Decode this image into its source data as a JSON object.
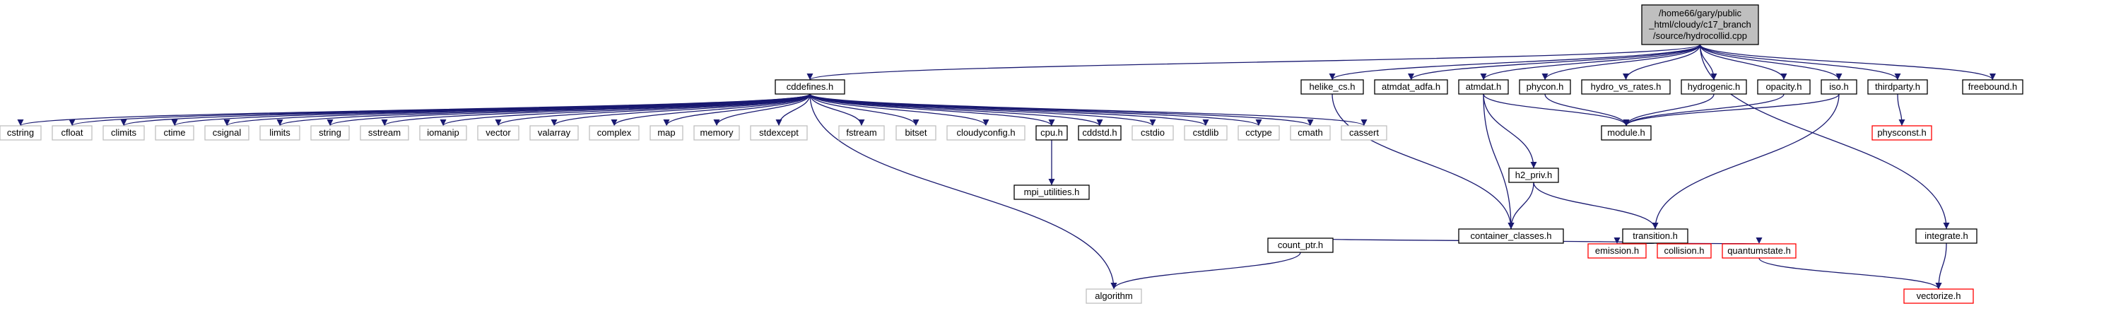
{
  "colors": {
    "edge": "#191970",
    "node_border": "#000000",
    "ext_border": "#bfbfbf",
    "missing_border": "#ff0000",
    "root_fill": "#bfbfbf",
    "text": "#000000"
  },
  "nodes": [
    {
      "id": "root",
      "lines": [
        "/home66/gary/public",
        "_html/cloudy/c17_branch",
        "/source/hydrocollid.cpp"
      ],
      "kind": "root"
    },
    {
      "id": "cddefines",
      "lines": [
        "cddefines.h"
      ],
      "kind": "file"
    },
    {
      "id": "helike_cs",
      "lines": [
        "helike_cs.h"
      ],
      "kind": "file"
    },
    {
      "id": "atmdat_adfa",
      "lines": [
        "atmdat_adfa.h"
      ],
      "kind": "file"
    },
    {
      "id": "atmdat",
      "lines": [
        "atmdat.h"
      ],
      "kind": "file"
    },
    {
      "id": "phycon",
      "lines": [
        "phycon.h"
      ],
      "kind": "file"
    },
    {
      "id": "hydro_vs_rates",
      "lines": [
        "hydro_vs_rates.h"
      ],
      "kind": "file"
    },
    {
      "id": "hydrogenic",
      "lines": [
        "hydrogenic.h"
      ],
      "kind": "file"
    },
    {
      "id": "opacity",
      "lines": [
        "opacity.h"
      ],
      "kind": "file"
    },
    {
      "id": "iso",
      "lines": [
        "iso.h"
      ],
      "kind": "file"
    },
    {
      "id": "thirdparty",
      "lines": [
        "thirdparty.h"
      ],
      "kind": "file"
    },
    {
      "id": "freebound",
      "lines": [
        "freebound.h"
      ],
      "kind": "file"
    },
    {
      "id": "cstring",
      "lines": [
        "cstring"
      ],
      "kind": "ext"
    },
    {
      "id": "cfloat",
      "lines": [
        "cfloat"
      ],
      "kind": "ext"
    },
    {
      "id": "climits",
      "lines": [
        "climits"
      ],
      "kind": "ext"
    },
    {
      "id": "ctime",
      "lines": [
        "ctime"
      ],
      "kind": "ext"
    },
    {
      "id": "csignal",
      "lines": [
        "csignal"
      ],
      "kind": "ext"
    },
    {
      "id": "limits",
      "lines": [
        "limits"
      ],
      "kind": "ext"
    },
    {
      "id": "string",
      "lines": [
        "string"
      ],
      "kind": "ext"
    },
    {
      "id": "sstream",
      "lines": [
        "sstream"
      ],
      "kind": "ext"
    },
    {
      "id": "iomanip",
      "lines": [
        "iomanip"
      ],
      "kind": "ext"
    },
    {
      "id": "vector",
      "lines": [
        "vector"
      ],
      "kind": "ext"
    },
    {
      "id": "valarray",
      "lines": [
        "valarray"
      ],
      "kind": "ext"
    },
    {
      "id": "complex",
      "lines": [
        "complex"
      ],
      "kind": "ext"
    },
    {
      "id": "map",
      "lines": [
        "map"
      ],
      "kind": "ext"
    },
    {
      "id": "memory",
      "lines": [
        "memory"
      ],
      "kind": "ext"
    },
    {
      "id": "stdexcept",
      "lines": [
        "stdexcept"
      ],
      "kind": "ext"
    },
    {
      "id": "fstream",
      "lines": [
        "fstream"
      ],
      "kind": "ext"
    },
    {
      "id": "bitset",
      "lines": [
        "bitset"
      ],
      "kind": "ext"
    },
    {
      "id": "cloudyconfig",
      "lines": [
        "cloudyconfig.h"
      ],
      "kind": "ext"
    },
    {
      "id": "cpu",
      "lines": [
        "cpu.h"
      ],
      "kind": "file"
    },
    {
      "id": "cddstd",
      "lines": [
        "cddstd.h"
      ],
      "kind": "file"
    },
    {
      "id": "cstdio",
      "lines": [
        "cstdio"
      ],
      "kind": "ext"
    },
    {
      "id": "cstdlib",
      "lines": [
        "cstdlib"
      ],
      "kind": "ext"
    },
    {
      "id": "cctype",
      "lines": [
        "cctype"
      ],
      "kind": "ext"
    },
    {
      "id": "cmath",
      "lines": [
        "cmath"
      ],
      "kind": "ext"
    },
    {
      "id": "cassert",
      "lines": [
        "cassert"
      ],
      "kind": "ext"
    },
    {
      "id": "h2_priv",
      "lines": [
        "h2_priv.h"
      ],
      "kind": "file"
    },
    {
      "id": "module",
      "lines": [
        "module.h"
      ],
      "kind": "file"
    },
    {
      "id": "physconst",
      "lines": [
        "physconst.h"
      ],
      "kind": "missing"
    },
    {
      "id": "mpi_utilities",
      "lines": [
        "mpi_utilities.h"
      ],
      "kind": "file"
    },
    {
      "id": "container_classes",
      "lines": [
        "container_classes.h"
      ],
      "kind": "file"
    },
    {
      "id": "transition",
      "lines": [
        "transition.h"
      ],
      "kind": "file"
    },
    {
      "id": "integrate",
      "lines": [
        "integrate.h"
      ],
      "kind": "file"
    },
    {
      "id": "count_ptr",
      "lines": [
        "count_ptr.h"
      ],
      "kind": "file"
    },
    {
      "id": "emission",
      "lines": [
        "emission.h"
      ],
      "kind": "missing"
    },
    {
      "id": "collision",
      "lines": [
        "collision.h"
      ],
      "kind": "missing"
    },
    {
      "id": "quantumstate",
      "lines": [
        "quantumstate.h"
      ],
      "kind": "missing"
    },
    {
      "id": "algorithm",
      "lines": [
        "algorithm"
      ],
      "kind": "ext"
    },
    {
      "id": "vectorize",
      "lines": [
        "vectorize.h"
      ],
      "kind": "missing"
    }
  ],
  "edges": [
    [
      "root",
      "cddefines"
    ],
    [
      "root",
      "helike_cs"
    ],
    [
      "root",
      "atmdat_adfa"
    ],
    [
      "root",
      "atmdat"
    ],
    [
      "root",
      "phycon"
    ],
    [
      "root",
      "hydro_vs_rates"
    ],
    [
      "root",
      "hydrogenic"
    ],
    [
      "root",
      "opacity"
    ],
    [
      "root",
      "iso"
    ],
    [
      "root",
      "thirdparty"
    ],
    [
      "root",
      "freebound"
    ],
    [
      "root",
      "integrate"
    ],
    [
      "cddefines",
      "cstring"
    ],
    [
      "cddefines",
      "cfloat"
    ],
    [
      "cddefines",
      "climits"
    ],
    [
      "cddefines",
      "ctime"
    ],
    [
      "cddefines",
      "csignal"
    ],
    [
      "cddefines",
      "limits"
    ],
    [
      "cddefines",
      "string"
    ],
    [
      "cddefines",
      "sstream"
    ],
    [
      "cddefines",
      "iomanip"
    ],
    [
      "cddefines",
      "vector"
    ],
    [
      "cddefines",
      "valarray"
    ],
    [
      "cddefines",
      "complex"
    ],
    [
      "cddefines",
      "map"
    ],
    [
      "cddefines",
      "memory"
    ],
    [
      "cddefines",
      "stdexcept"
    ],
    [
      "cddefines",
      "algorithm"
    ],
    [
      "cddefines",
      "fstream"
    ],
    [
      "cddefines",
      "bitset"
    ],
    [
      "cddefines",
      "cloudyconfig"
    ],
    [
      "cddefines",
      "cpu"
    ],
    [
      "cddefines",
      "cddstd"
    ],
    [
      "cddefines",
      "cstdio"
    ],
    [
      "cddefines",
      "cstdlib"
    ],
    [
      "cddefines",
      "cctype"
    ],
    [
      "cddefines",
      "cmath"
    ],
    [
      "cddefines",
      "cassert"
    ],
    [
      "cpu",
      "mpi_utilities"
    ],
    [
      "helike_cs",
      "container_classes"
    ],
    [
      "atmdat",
      "h2_priv"
    ],
    [
      "atmdat",
      "module"
    ],
    [
      "atmdat",
      "container_classes"
    ],
    [
      "phycon",
      "module"
    ],
    [
      "hydrogenic",
      "module"
    ],
    [
      "opacity",
      "module"
    ],
    [
      "iso",
      "module"
    ],
    [
      "iso",
      "transition"
    ],
    [
      "h2_priv",
      "container_classes"
    ],
    [
      "h2_priv",
      "transition"
    ],
    [
      "thirdparty",
      "physconst"
    ],
    [
      "transition",
      "count_ptr"
    ],
    [
      "transition",
      "emission"
    ],
    [
      "transition",
      "collision"
    ],
    [
      "transition",
      "quantumstate"
    ],
    [
      "count_ptr",
      "algorithm"
    ],
    [
      "quantumstate",
      "vectorize"
    ],
    [
      "integrate",
      "vectorize"
    ]
  ]
}
